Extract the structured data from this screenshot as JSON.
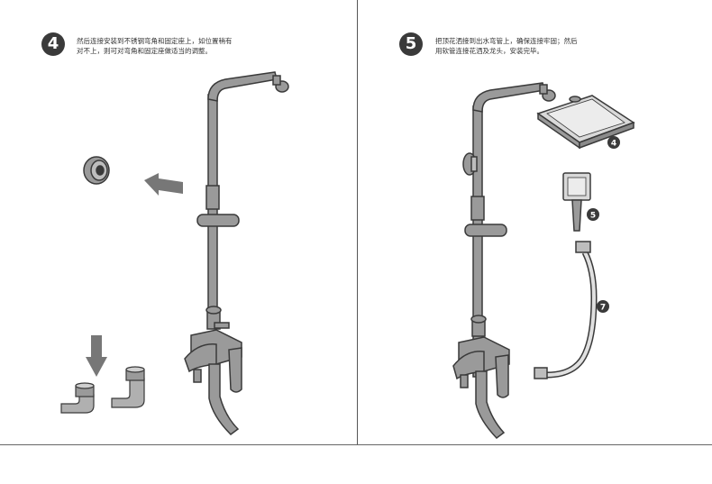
{
  "steps": [
    {
      "number": "4",
      "text_line1": "然后连接安装到不锈钢弯角和固定座上，如位置稍有",
      "text_line2": "对不上，则可对弯角和固定座做适当的调整。"
    },
    {
      "number": "5",
      "text_line1": "把顶花洒接到出水弯管上，确保连接牢固；然后",
      "text_line2": "用软管连接花洒及龙头，安装完毕。"
    }
  ],
  "callouts": {
    "top_shower": "4",
    "hand_shower": "5",
    "hose": "7"
  },
  "colors": {
    "metal_fill": "#9a9a9a",
    "outline": "#3a3a3a",
    "arrow": "#777777",
    "badge": "#3a3a3a"
  }
}
